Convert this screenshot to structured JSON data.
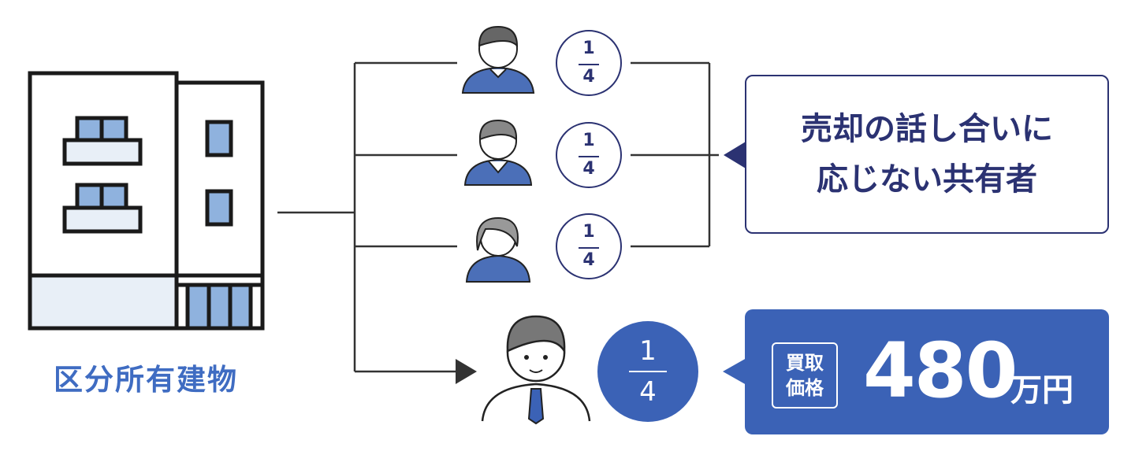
{
  "building": {
    "label": "区分所有建物"
  },
  "owners": [
    {
      "share": {
        "numerator": "1",
        "denominator": "4"
      }
    },
    {
      "share": {
        "numerator": "1",
        "denominator": "4"
      }
    },
    {
      "share": {
        "numerator": "1",
        "denominator": "4"
      }
    }
  ],
  "seller": {
    "share": {
      "numerator": "1",
      "denominator": "4"
    }
  },
  "callout": {
    "line1": "売却の話し合いに",
    "line2": "応じない共有者"
  },
  "price_box": {
    "tag_line1": "買取",
    "tag_line2": "価格",
    "amount": "480",
    "unit": "万円"
  },
  "colors": {
    "accent": "#3b62b6",
    "navy": "#2b3272",
    "window": "#8fb2de",
    "pale": "#e8eff7"
  }
}
